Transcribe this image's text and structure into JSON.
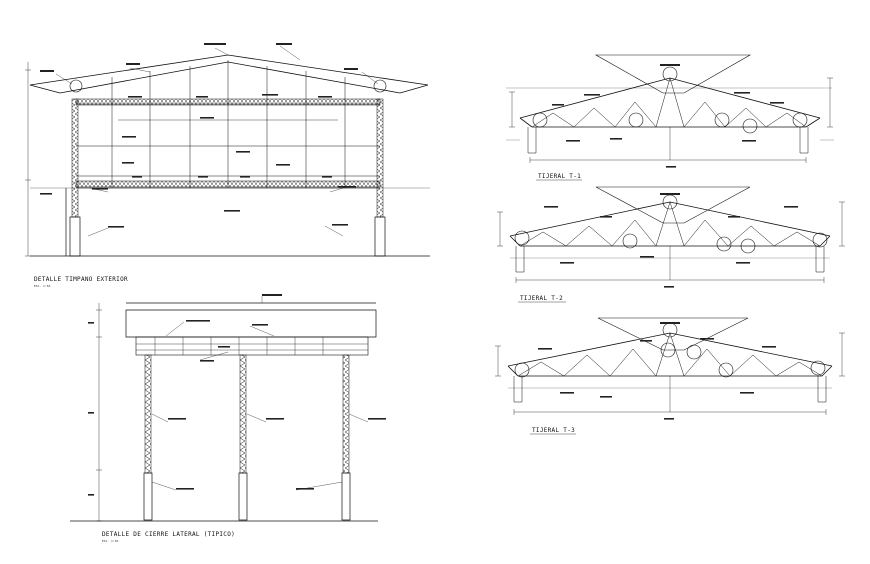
{
  "views": {
    "gable": {
      "title": "DETALLE TIMPANO EXTERIOR",
      "scale": "ESC. 1:50"
    },
    "side": {
      "title": "DETALLE DE CIERRE LATERAL  (TIPICO)",
      "scale": "ESC. 1:50"
    },
    "truss1": {
      "title": "TIJERAL T-1"
    },
    "truss2": {
      "title": "TIJERAL T-2"
    },
    "truss3": {
      "title": "TIJERAL T-3"
    }
  },
  "colors": {
    "ink": "#111111",
    "paper": "#ffffff"
  }
}
